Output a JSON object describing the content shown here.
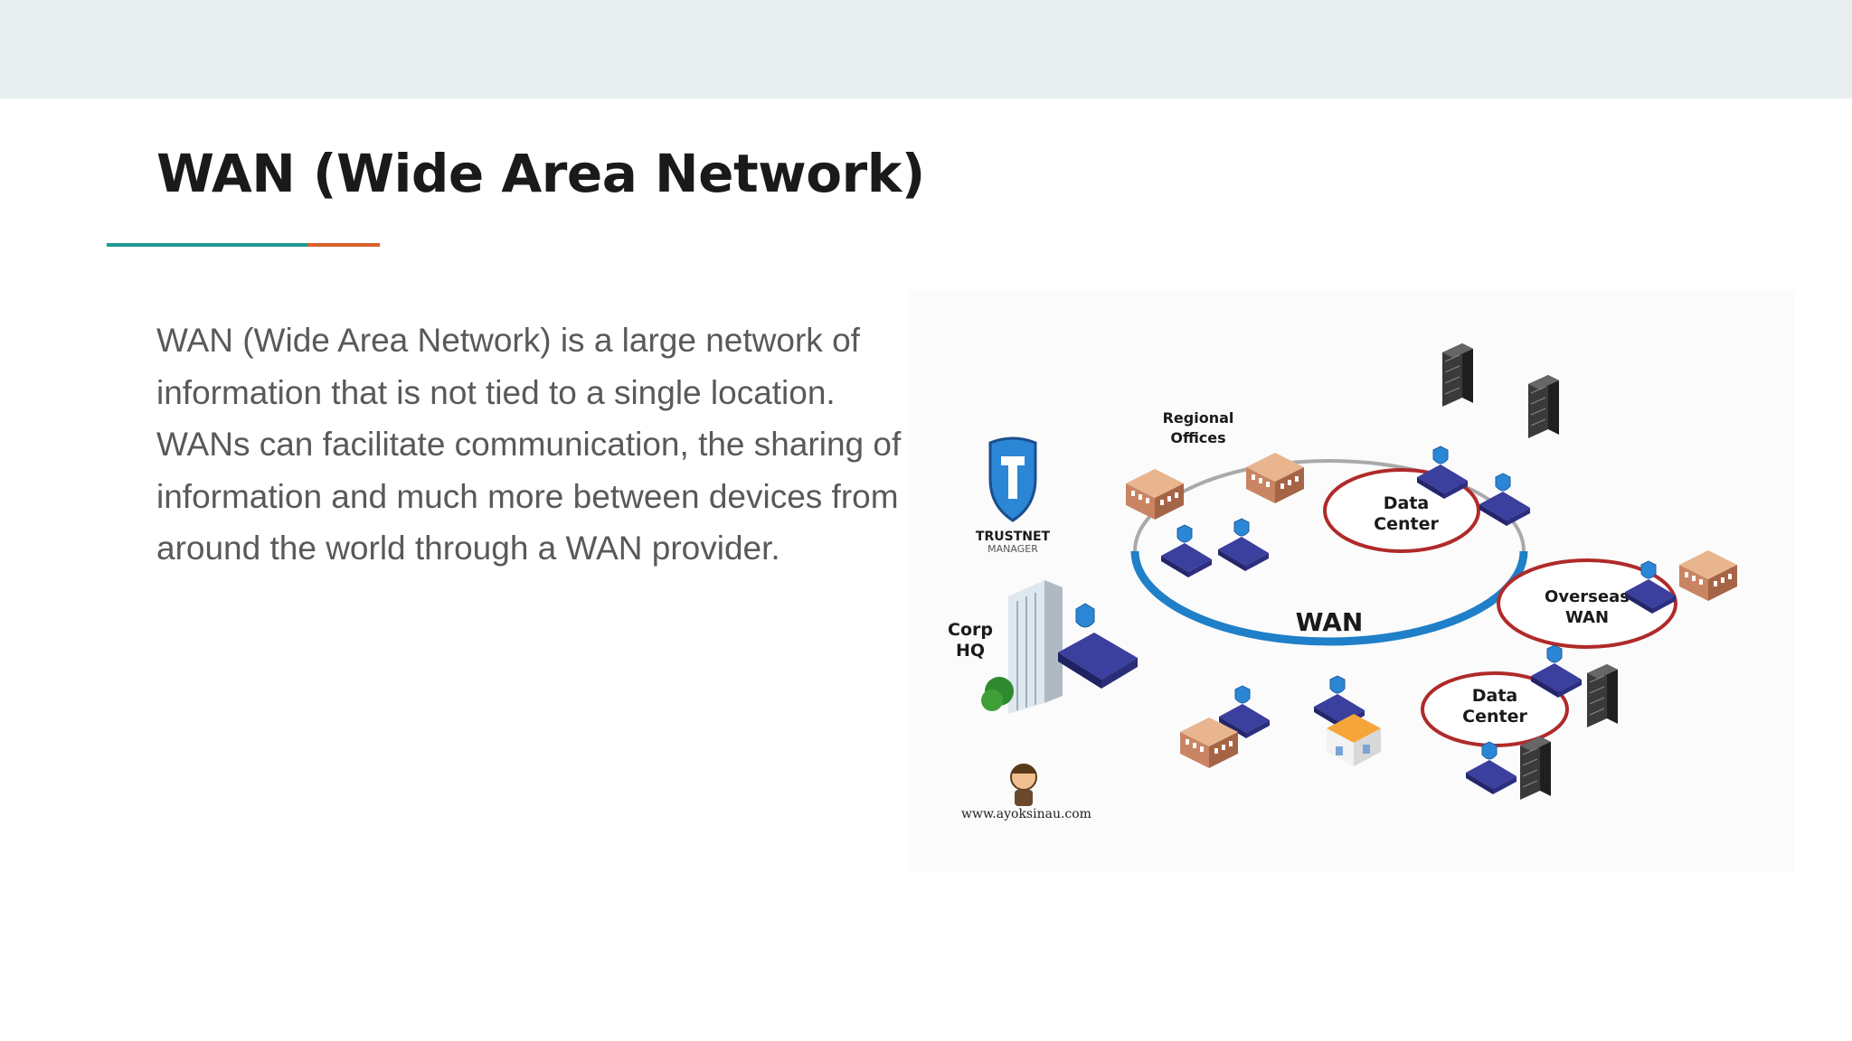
{
  "slide": {
    "title": "WAN (Wide Area Network)",
    "body": "WAN (Wide Area Network) is a large network of information that is not tied to a single location.\n WANs can facilitate communication, the sharing of information and much more between devices from around the world through a WAN provider."
  },
  "colors": {
    "top_band": "#e9eeee",
    "accent_teal": "#1d9a8f",
    "accent_orange": "#d8612b",
    "ring_blue": "#1f7fc8",
    "ring_red": "#b02a2a"
  },
  "diagram": {
    "logo_top": "TRUSTNET",
    "logo_bottom": "MANAGER",
    "labels": {
      "wan": "WAN",
      "regional_offices_1": "Regional",
      "regional_offices_2": "Offices",
      "data_center_top_1": "Data",
      "data_center_top_2": "Center",
      "overseas_1": "Overseas",
      "overseas_2": "WAN",
      "data_center_bottom_1": "Data",
      "data_center_bottom_2": "Center",
      "corp_1": "Corp",
      "corp_2": "HQ"
    },
    "watermark": "www.ayoksinau.com"
  }
}
